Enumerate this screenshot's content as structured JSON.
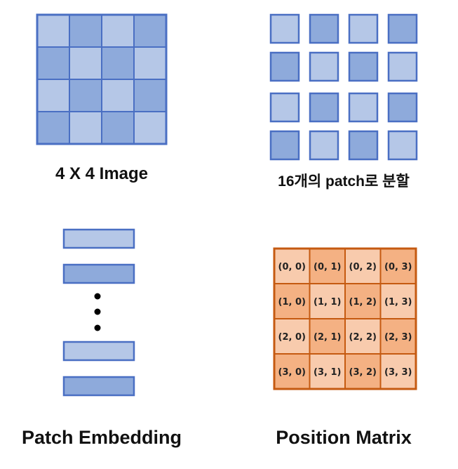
{
  "colors": {
    "patch_light": "#b5c7e7",
    "patch_dark": "#8eaadb",
    "patch_border": "#4a6fc3",
    "pos_light": "#f8cbad",
    "pos_dark": "#f4b183",
    "pos_border": "#c55a11",
    "dot": "#000000"
  },
  "image_grid": {
    "label": "4 X 4 Image",
    "rows": 4,
    "cols": 4
  },
  "patch_split": {
    "label": "16개의 patch로 분할",
    "rows": 4,
    "cols": 4
  },
  "patch_embedding": {
    "label": "Patch Embedding",
    "top_bars": 2,
    "bottom_bars": 2,
    "ellipsis_dots": 3
  },
  "position_matrix": {
    "label": "Position Matrix",
    "cells": [
      [
        "(0, 0)",
        "(0, 1)",
        "(0, 2)",
        "(0, 3)"
      ],
      [
        "(1, 0)",
        "(1, 1)",
        "(1, 2)",
        "(1, 3)"
      ],
      [
        "(2, 0)",
        "(2, 1)",
        "(2, 2)",
        "(2, 3)"
      ],
      [
        "(3, 0)",
        "(3, 1)",
        "(3, 2)",
        "(3, 3)"
      ]
    ]
  }
}
